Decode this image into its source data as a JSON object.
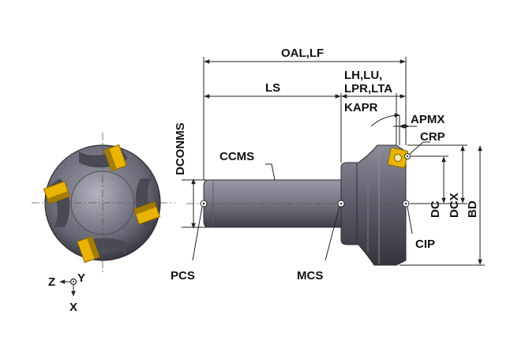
{
  "colors": {
    "body_dark": "#3c3c46",
    "body_mid": "#6e6e7a",
    "body_light": "#a8a8b4",
    "insert_gold": "#e8b400",
    "insert_gold_dark": "#a67c00",
    "line": "#222222"
  },
  "labels": {
    "oal_lf": "OAL,LF",
    "ls": "LS",
    "lh_lu": "LH,LU,",
    "lpr_lta": "LPR,LTA",
    "kapr": "KAPR",
    "apmx": "APMX",
    "crp": "CRP",
    "dconms": "DCONMS",
    "ccms": "CCMS",
    "dc": "DC",
    "dcx": "DCX",
    "bd": "BD",
    "cip": "CIP",
    "pcs": "PCS",
    "mcs": "MCS",
    "axis_z": "Z",
    "axis_y": "Y",
    "axis_x": "X"
  }
}
